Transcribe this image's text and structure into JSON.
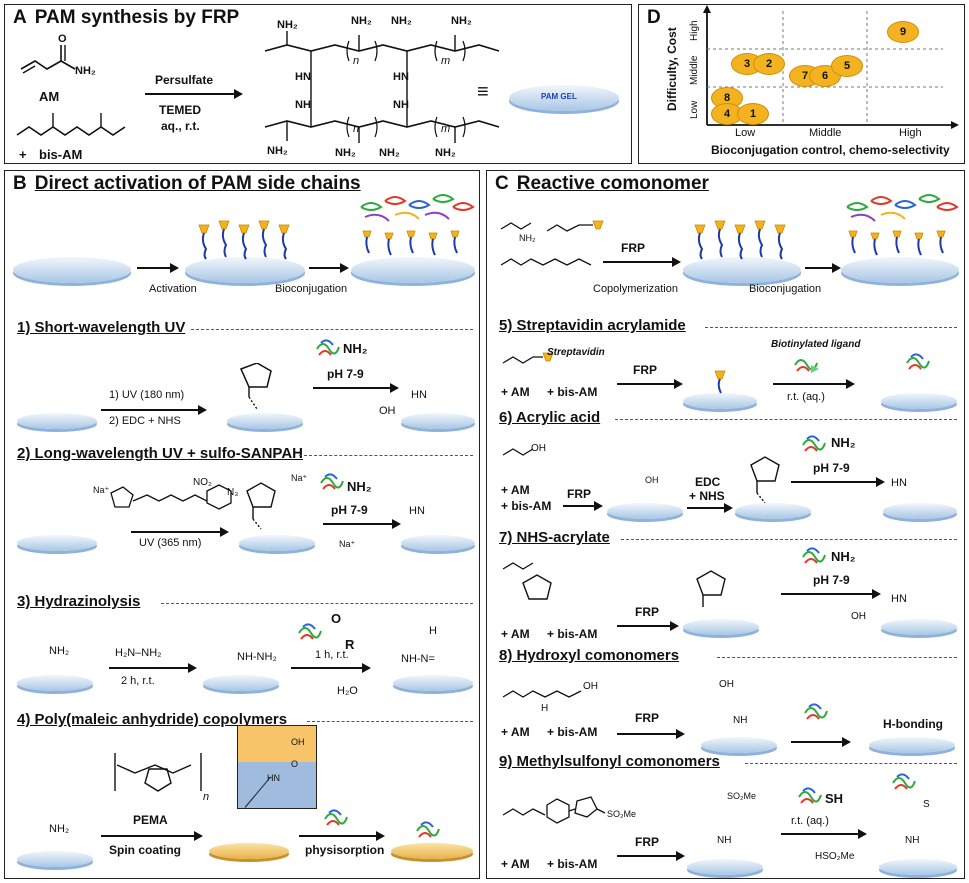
{
  "panel_a": {
    "letter": "A",
    "title": "PAM synthesis by FRP",
    "am_label": "AM",
    "plus": "+",
    "bisam_label": "bis-AM",
    "reagent1": "Persulfate",
    "reagent2": "TEMED",
    "reagent3": "aq., r.t.",
    "equiv": "≡",
    "gel_label": "PAM GEL",
    "nh2": "NH₂",
    "o": "O",
    "hn": "HN",
    "nh": "NH",
    "n": "n",
    "m": "m"
  },
  "panel_d": {
    "letter": "D",
    "y_axis": "Difficulty, Cost",
    "x_axis": "Bioconjugation control, chemo-selectivity",
    "y_ticks": [
      "Low",
      "Middle",
      "High"
    ],
    "x_ticks": [
      "Low",
      "Middle",
      "High"
    ],
    "badges": [
      "9",
      "3",
      "2",
      "7",
      "6",
      "5",
      "8",
      "4",
      "1"
    ]
  },
  "panel_b": {
    "letter": "B",
    "title": "Direct activation of PAM side chains",
    "activation": "Activation",
    "bioconjugation": "Bioconjugation",
    "s1": {
      "title": "1) Short-wavelength UV",
      "cond1": "1) UV (180 nm)",
      "cond2": "2) EDC + NHS",
      "amine": "NH₂",
      "ph": "pH 7-9",
      "hn": "HN",
      "oh": "OH"
    },
    "s2": {
      "title": "2) Long-wavelength UV + sulfo-SANPAH",
      "na": "Na⁺",
      "no2": "NO₂",
      "n3": "N₃",
      "cond": "UV (365 nm)",
      "amine": "NH₂",
      "ph": "pH 7-9",
      "hn": "HN"
    },
    "s3": {
      "title": "3) Hydrazinolysis",
      "nh2": "NH₂",
      "reagent": "H₂N–NH₂",
      "cond": "2 h, r.t.",
      "nhnh2": "NH-NH₂",
      "o": "O",
      "r": "R",
      "cond2": "1 h, r.t.",
      "h2o": "H₂O",
      "hydrazone": "NH-N=",
      "h": "H"
    },
    "s4": {
      "title": "4) Poly(maleic anhydride) copolymers",
      "nh2": "NH₂",
      "pema": "PEMA",
      "n": "n",
      "cond": "Spin coating",
      "physisorption": "physisorption",
      "oh": "OH",
      "o": "O",
      "hn": "HN"
    }
  },
  "panel_c": {
    "letter": "C",
    "title": "Reactive comonomer",
    "frp": "FRP",
    "copolymerization": "Copolymerization",
    "bioconjugation": "Bioconjugation",
    "nh2": "NH₂",
    "s5": {
      "title": "5) Streptavidin acrylamide",
      "streptavidin": "Streptavidin",
      "plus_am": "+ AM",
      "plus_bisam": "+ bis-AM",
      "frp": "FRP",
      "biotin": "Biotinylated ligand",
      "cond": "r.t. (aq.)"
    },
    "s6": {
      "title": "6) Acrylic acid",
      "oh": "OH",
      "plus_am": "+ AM",
      "plus_bisam": "+ bis-AM",
      "frp": "FRP",
      "edc": "EDC",
      "nhs": "+ NHS",
      "amine": "NH₂",
      "ph": "pH 7-9",
      "hn": "HN"
    },
    "s7": {
      "title": "7) NHS-acrylate",
      "plus_am": "+ AM",
      "plus_bisam": "+ bis-AM",
      "frp": "FRP",
      "amine": "NH₂",
      "ph": "pH 7-9",
      "hn": "HN",
      "oh": "OH"
    },
    "s8": {
      "title": "8) Hydroxyl comonomers",
      "oh": "OH",
      "h": "H",
      "plus_am": "+ AM",
      "plus_bisam": "+ bis-AM",
      "frp": "FRP",
      "hbond": "H-bonding",
      "nh": "NH"
    },
    "s9": {
      "title": "9) Methylsulfonyl comonomers",
      "so2me": "SO₂Me",
      "plus_am": "+ AM",
      "plus_bisam": "+ bis-AM",
      "frp": "FRP",
      "sh": "SH",
      "cond": "r.t. (aq.)",
      "byproduct": "HSO₂Me",
      "nh": "NH",
      "s": "S"
    }
  }
}
